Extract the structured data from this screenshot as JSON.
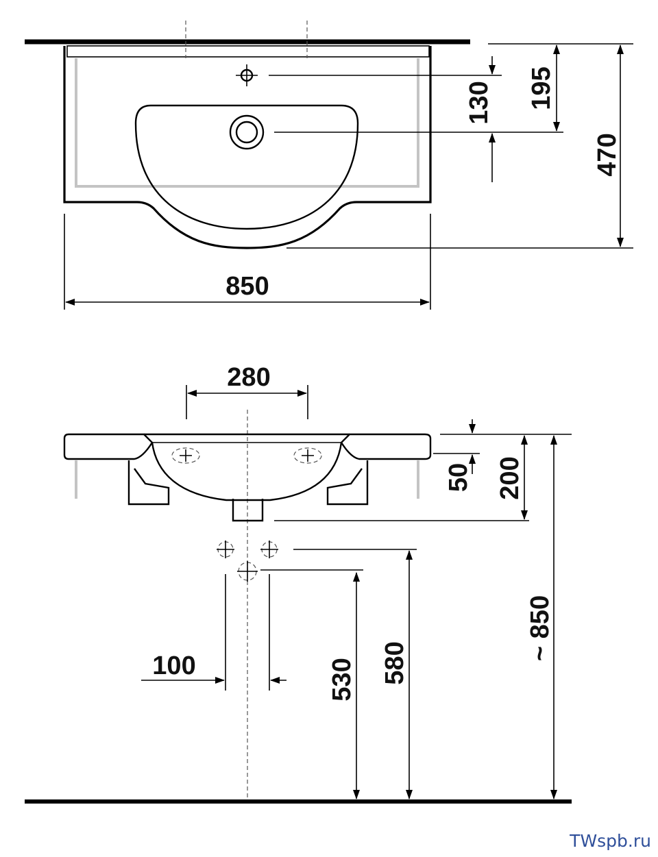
{
  "dimensions": {
    "top_width": "850",
    "top_depth": "470",
    "tap_hole_offset": "195",
    "drain_to_tap": "130",
    "valve_spacing": "280",
    "rim_thickness": "50",
    "basin_height": "200",
    "trap_spacing": "100",
    "drain_height": "530",
    "supply_height": "580",
    "total_height": "~ 850"
  },
  "watermark": "TWspb.ru"
}
